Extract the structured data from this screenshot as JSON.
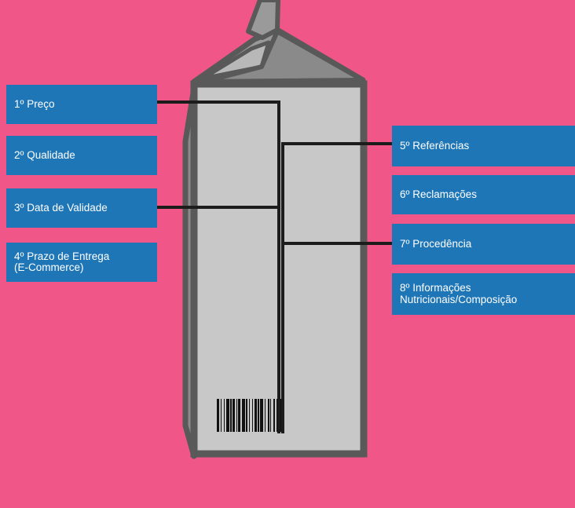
{
  "colors": {
    "background": "#f05688",
    "carton_outline": "#595959",
    "carton_body": "#c8c8c8",
    "carton_dark": "#808080",
    "carton_top_light": "#b3b3b3",
    "connector_lines": "#1c1c1c",
    "box_fill": "#1f76b7",
    "box_text": "#ffffff"
  },
  "left_labels": [
    {
      "text": "1º Preço"
    },
    {
      "text": "2º Qualidade"
    },
    {
      "text": "3º Data de Validade"
    },
    {
      "text": "4º Prazo de Entrega\n(E-Commerce)"
    }
  ],
  "right_labels": [
    {
      "text": "5º Referências"
    },
    {
      "text": "6º Reclamações"
    },
    {
      "text": "7º Procedência"
    },
    {
      "text": "8º Informações\nNutricionais/Composição"
    }
  ],
  "icons": {
    "carton": "milk-carton-icon",
    "barcode": "barcode-icon"
  }
}
